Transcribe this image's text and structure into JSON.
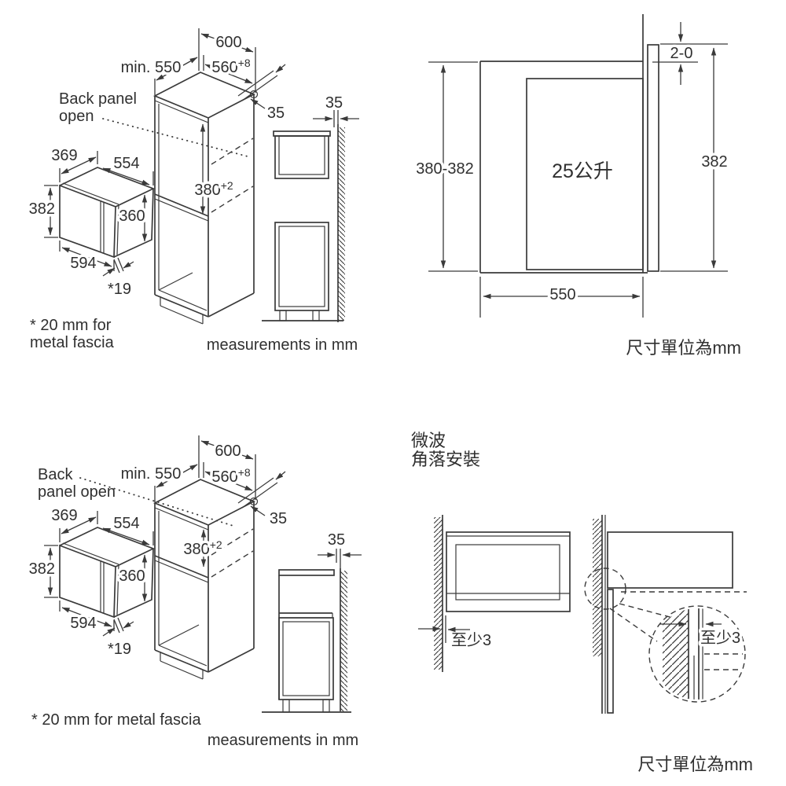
{
  "colors": {
    "line": "#3a3a3a",
    "text": "#303030",
    "background": "#ffffff"
  },
  "shared": {
    "cabinet_width": "600",
    "cabinet_depth": "min. 550",
    "niche_width": "560",
    "niche_width_tol": "+8",
    "rear_gap": "35",
    "niche_height": "380",
    "niche_height_tol": "+2",
    "wall_gap": "35",
    "mw_depth": "369",
    "mw_width": "554",
    "mw_height": "382",
    "mw_body_height": "360",
    "mw_door_width": "594",
    "mw_fascia_note": "*19"
  },
  "top_left": {
    "back_panel_line1": "Back panel",
    "back_panel_line2": "open",
    "footnote_line1": "* 20 mm for",
    "footnote_line2": "metal fascia",
    "units": "measurements in mm"
  },
  "top_right": {
    "niche_height_range": "380-382",
    "top_gap": "2-0",
    "appliance_height": "382",
    "niche_depth": "550",
    "capacity": "25公升",
    "units": "尺寸單位為mm"
  },
  "bottom_left": {
    "back_panel_line1": "Back",
    "back_panel_line2": "panel open",
    "footnote": "* 20 mm for metal fascia",
    "units": "measurements in mm"
  },
  "bottom_right": {
    "title_line1": "微波",
    "title_line2": "角落安裝",
    "min_side_gap": "至少3",
    "min_side_gap_detail": "至少3",
    "units": "尺寸單位為mm"
  }
}
